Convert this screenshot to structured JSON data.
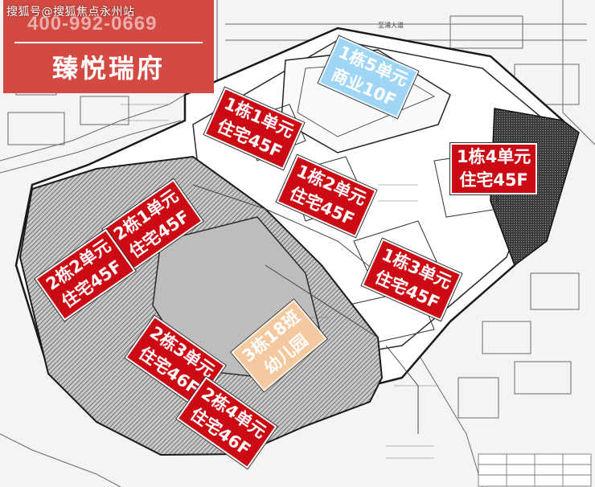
{
  "watermark": "搜狐号@搜狐焦点永州站",
  "brand": {
    "phone": "400-992-0669",
    "name": "臻悦瑞府",
    "color": "#d24a42"
  },
  "buildings": [
    {
      "id": "b5",
      "line1": "1栋5单元",
      "line2": "商业10F",
      "color": "#9fd6f5"
    },
    {
      "id": "b1-1",
      "line1": "1栋1单元",
      "line2": "住宅45F",
      "color": "#cc0a14"
    },
    {
      "id": "b1-4",
      "line1": "1栋4单元",
      "line2": "住宅45F",
      "color": "#cc0a14"
    },
    {
      "id": "b1-2",
      "line1": "1栋2单元",
      "line2": "住宅45F",
      "color": "#cc0a14"
    },
    {
      "id": "b2-1",
      "line1": "2栋1单元",
      "line2": "住宅45F",
      "color": "#cc0a14"
    },
    {
      "id": "b2-2",
      "line1": "2栋2单元",
      "line2": "住宅45F",
      "color": "#cc0a14"
    },
    {
      "id": "b1-3",
      "line1": "1栋3单元",
      "line2": "住宅45F",
      "color": "#cc0a14"
    },
    {
      "id": "b3",
      "line1": "3栋18班",
      "line2": "幼儿园",
      "color": "#f4c99f"
    },
    {
      "id": "b2-3",
      "line1": "2栋3单元",
      "line2": "住宅46F",
      "color": "#cc0a14"
    },
    {
      "id": "b2-4",
      "line1": "2栋4单元",
      "line2": "住宅46F",
      "color": "#cc0a14"
    }
  ]
}
